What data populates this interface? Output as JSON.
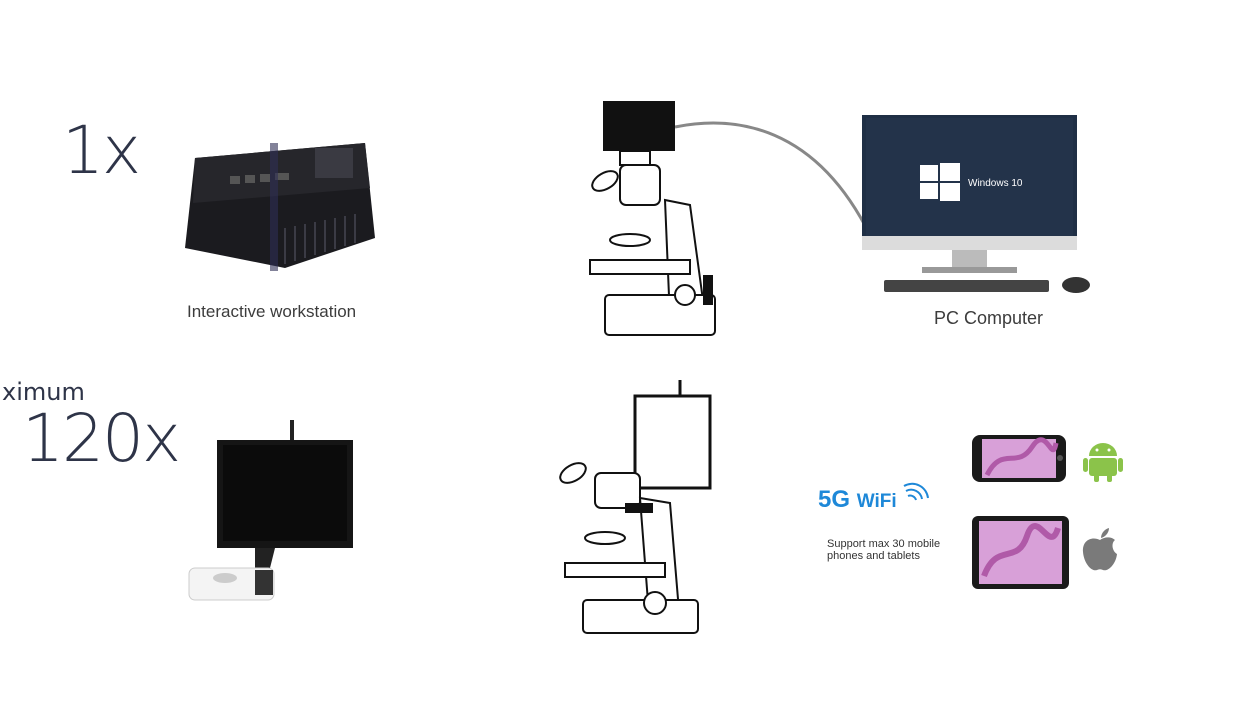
{
  "row1": {
    "multiplier": "1x",
    "workstation_caption": "Interactive workstation",
    "pc_caption": "PC Computer",
    "screen_text": "Windows 10"
  },
  "row2": {
    "prefix": "ximum",
    "multiplier": "120x",
    "wifi_5g": "5G",
    "wifi_label": "WiFi",
    "support_line1": "Support max 30 mobile",
    "support_line2": "phones and tablets"
  },
  "colors": {
    "navy_text": "#2e3448",
    "wifi_blue": "#1e88d8",
    "android_green": "#8bc34a",
    "apple_gray": "#7a7a7a",
    "windows_screen": "#23334a"
  },
  "icons": [
    "workstation-box",
    "camera-microscope",
    "pc-monitor",
    "tablet-microscope",
    "wifi-icon",
    "android-icon",
    "apple-icon"
  ]
}
